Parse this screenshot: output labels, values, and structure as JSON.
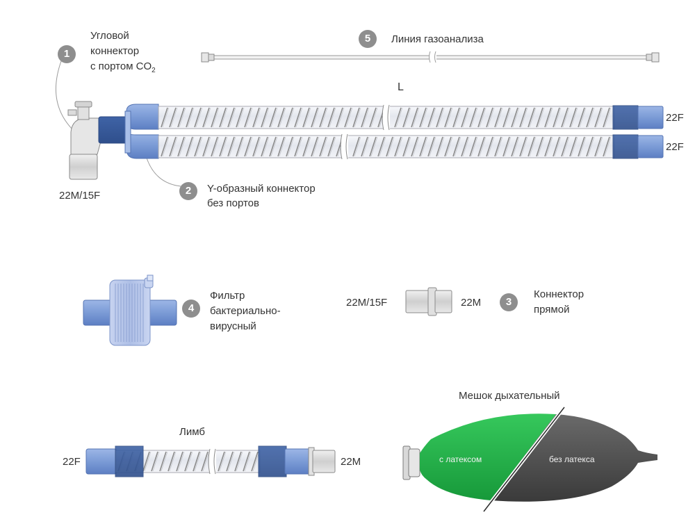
{
  "items": [
    {
      "number": "1",
      "label_lines": [
        "Угловой",
        "коннектор",
        "с портом CO"
      ],
      "subscript": "2",
      "port_label": "22M/15F"
    },
    {
      "number": "2",
      "label_lines": [
        "Y-образный коннектор",
        "без портов"
      ]
    },
    {
      "number": "3",
      "label_lines": [
        "Коннектор",
        "прямой"
      ],
      "left_label": "22M/15F",
      "right_label": "22M"
    },
    {
      "number": "4",
      "label_lines": [
        "Фильтр",
        "бактериально-",
        "вирусный"
      ]
    },
    {
      "number": "5",
      "label": "Линия газоанализа"
    }
  ],
  "circuit": {
    "length_label": "L",
    "end_label_top": "22F",
    "end_label_bottom": "22F"
  },
  "limb": {
    "title": "Лимб",
    "left_label": "22F",
    "right_label": "22M"
  },
  "bag": {
    "title": "Мешок дыхательный",
    "latex_label": "с латексом",
    "latex_free_label": "без латекса"
  },
  "colors": {
    "blue_connector": "#5f87c9",
    "tube_light": "#eef0f4",
    "spiral": "#8a8a8a",
    "bag_green": "#23b34a",
    "bag_gray": "#555555",
    "badge": "#8e8e8e"
  }
}
